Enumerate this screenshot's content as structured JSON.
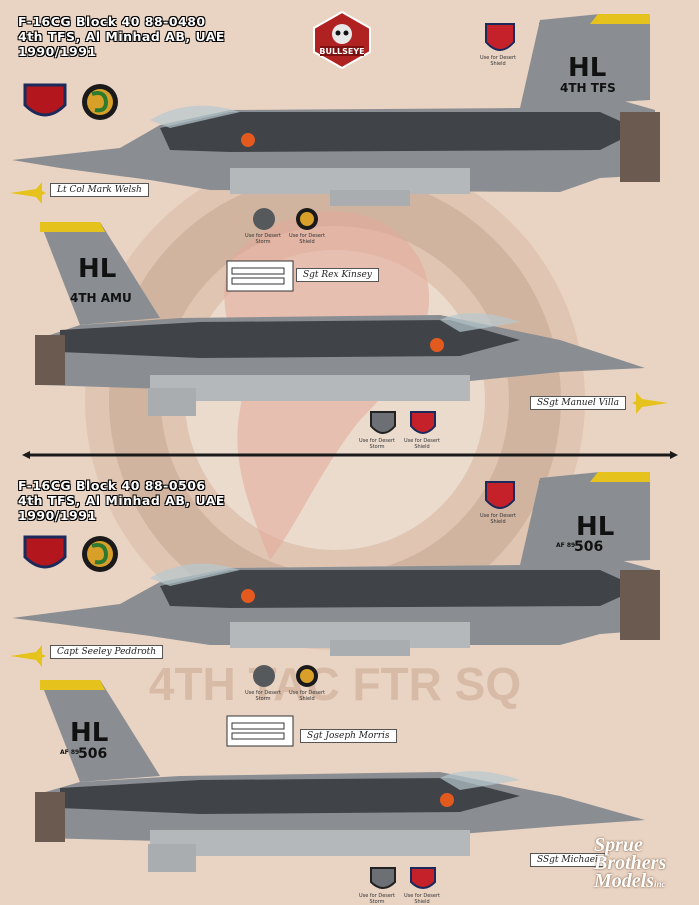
{
  "colors": {
    "background": "#e9d3c3",
    "gray_dark": "#404448",
    "gray_mid": "#8a8e92",
    "gray_light": "#b4b8bb",
    "accent_yellow": "#e6c31c",
    "orange": "#e35a1e",
    "divider": "#1a1a1a"
  },
  "header1": {
    "line1": "F-16CG Block 40 88-0480",
    "line2": "4th TFS, Al Minhad AB, UAE",
    "line3": "1990/1991"
  },
  "header2": {
    "line1": "F-16CG Block 40 88-0506",
    "line2": "4th TFS, Al Minhad AB, UAE",
    "line3": "1990/1991"
  },
  "logo": {
    "text": "BULLSEYE"
  },
  "background_emblem": {
    "text": "4TH TAC FTR SQ"
  },
  "aircraft1": {
    "tail_code": "HL",
    "tail_sub": "4TH TFS",
    "pilot": "Lt Col Mark Welsh"
  },
  "aircraft2": {
    "tail_code": "HL",
    "tail_sub": "4TH AMU",
    "crew_chief": "Sgt Rex Kinsey",
    "assistant": "SSgt Manuel Villa"
  },
  "aircraft3": {
    "tail_code": "HL",
    "tail_af": "AF 89",
    "tail_serial": "506",
    "pilot": "Capt Seeley Peddroth"
  },
  "aircraft4": {
    "tail_code": "HL",
    "tail_af": "AF 89",
    "tail_serial": "506",
    "crew_chief": "Sgt Joseph Morris",
    "assistant": "SSgt Michael"
  },
  "captions": {
    "desert_storm": "Use for Desert Storm",
    "desert_shield": "Use for Desert Shield"
  },
  "watermark": {
    "line1": "Sprue",
    "line2": "Brothers",
    "line3": "Models",
    "suffix": "inc"
  }
}
